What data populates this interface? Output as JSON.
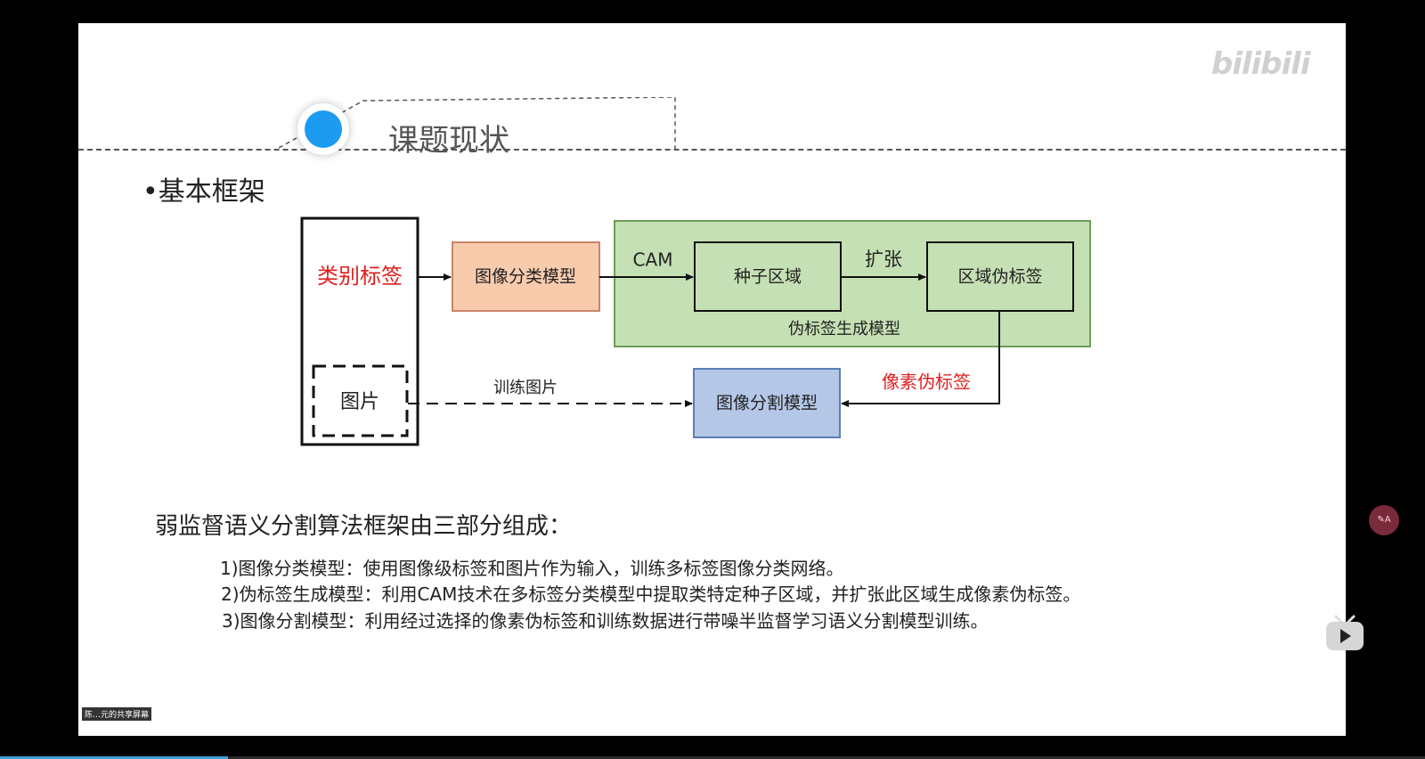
{
  "overlay": {
    "watermark": "bilibili",
    "share_label": "陈…元的共享屏幕",
    "progress_fraction": 0.16
  },
  "slide": {
    "header_title": "课题现状",
    "section_bullet": "•基本框架",
    "diagram": {
      "class_label": "类别标签",
      "image_label": "图片",
      "classifier_model": "图像分类模型",
      "cam_label": "CAM",
      "seed_region": "种子区域",
      "expand_label": "扩张",
      "region_pseudo_label": "区域伪标签",
      "pseudo_label_model": "伪标签生成模型",
      "training_images": "训练图片",
      "segmentation_model": "图像分割模型",
      "pixel_pseudo_label": "像素伪标签"
    },
    "framework_intro": "弱监督语义分割算法框架由三部分组成：",
    "descriptions": [
      "1)图像分类模型：使用图像级标签和图片作为输入，训练多标签图像分类网络。",
      "2)伪标签生成模型：利用CAM技术在多标签分类模型中提取类特定种子区域，并扩张此区域生成像素伪标签。",
      "3)图像分割模型：利用经过选择的像素伪标签和训练数据进行带噪半监督学习语义分割模型训练。"
    ]
  },
  "colors": {
    "accent_blue": "#1d9bf0",
    "label_red": "#e02020",
    "classifier_fill": "#f8cbad",
    "pseudo_model_fill": "#c5e0b4",
    "segmentation_fill": "#b4c7e7"
  },
  "icons": [
    "bilibili-tv-icon",
    "subtitle-pill-icon"
  ]
}
